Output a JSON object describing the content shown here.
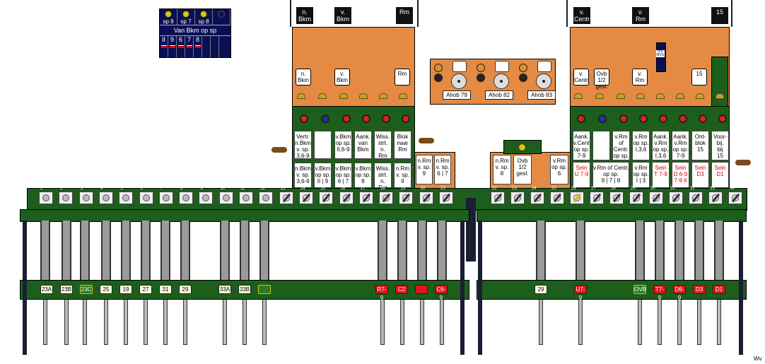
{
  "sp_panel": {
    "lamps": [
      {
        "label": "sp 9"
      },
      {
        "label": "sp 7"
      },
      {
        "label": "sp 8"
      },
      {
        "label": ""
      }
    ],
    "title": "Van Bkm op sp",
    "numbers": [
      "II",
      "9",
      "6",
      "7",
      "8",
      "",
      ""
    ]
  },
  "left_top_plates": [
    {
      "text": "n.\nBkm"
    },
    {
      "text": "v.\nBkm"
    },
    {
      "text": "Rm"
    }
  ],
  "left_white_labels": [
    {
      "text": "n.\nBkm"
    },
    {
      "text": "v.\nBkm"
    },
    {
      "text": "Rm"
    }
  ],
  "right_top_plates": [
    {
      "text": "v.\nCentr"
    },
    {
      "text": "v.\nRm"
    },
    {
      "text": "15"
    }
  ],
  "right_white_labels": [
    {
      "text": "v.\nCentr"
    },
    {
      "text": "Ovb\n1/2\ngesl."
    },
    {
      "text": "v.\nRm"
    },
    {
      "text": "15"
    }
  ],
  "right_small_badge": "OV\nBVS",
  "left_cards_row1": [
    {
      "text": "Vertr.\nn.Bkm\nv. sp.\n3,6-9",
      "red": false
    },
    {
      "text": "",
      "red": false
    },
    {
      "text": "v.Bkm\nop sp.\nII,6-9",
      "red": false
    },
    {
      "text": "Aank.\nvan\nBkm",
      "red": false
    },
    {
      "text": "Wiss.\nstrt.\nn.\nRm",
      "red": false
    },
    {
      "text": "Blok\nnaar\nRm",
      "red": false
    }
  ],
  "left_cards_row2": [
    {
      "text": "n.Bkm\nv. sp.\n3,6-9",
      "red": false
    },
    {
      "text": "v.Bkm\nop sp.\nII | 9",
      "red": false
    },
    {
      "text": "v.Bkm\nop sp.\n6 | 7",
      "red": false
    },
    {
      "text": "v.Bkm\nop sp.\n8",
      "red": false
    },
    {
      "text": "Wiss.\nstrt.\nn.\nRm",
      "red": false
    },
    {
      "text": "n.Rm\nv. sp.\nII",
      "red": false
    }
  ],
  "small_left_cards": [
    {
      "text": "n.Rm\nv. sp.\n9"
    },
    {
      "text": "n.Rm\nv. sp.\n6 | 7"
    }
  ],
  "small_right_cards": [
    {
      "text": "n.Rm\nv. sp.\n8"
    },
    {
      "text": "Ovb\n1/2\ngesl."
    },
    {
      "text": "v.Rm\nop sp.\n6"
    }
  ],
  "right_cards_row1": [
    {
      "text": "Aank.\nv.Centr\nop sp.\n7-9",
      "red": false
    },
    {
      "text": "",
      "red": false
    },
    {
      "text": "v.Rm\nof\nCentr.\nop sp.\n7-9",
      "red": false
    },
    {
      "text": "v.Rm\nop sp.\nI,3,6",
      "red": false
    },
    {
      "text": "Aank.\nv.Rm\nop sp.\nI,3,6",
      "red": false
    },
    {
      "text": "Aank.\nv.Rm\nop sp.\n7-9",
      "red": false
    },
    {
      "text": "Ont-\nblok\n15",
      "red": false
    },
    {
      "text": "Voor-\nbij.\nbij\n15",
      "red": false
    }
  ],
  "right_cards_row2": [
    {
      "text": "Sein\nU 7-9",
      "red": true
    },
    {
      "text": "v.Rm of Centr.\nop sp.\n9 | 7 | 8",
      "red": false
    },
    {
      "text": "v.Rm\nop sp.\nI | 3",
      "red": false
    },
    {
      "text": "Sein\nT 7-9",
      "red": true
    },
    {
      "text": "Sein\nD 6-9\n7-9 6",
      "red": true
    },
    {
      "text": "Sein\nD3",
      "red": true
    },
    {
      "text": "Sein\nD1",
      "red": true
    }
  ],
  "ahob": [
    "Ahob 79",
    "Ahob 82",
    "Ahob 83"
  ],
  "lever_numbers_left": [
    "1",
    "2",
    "3",
    "4",
    "5",
    "6",
    "7",
    "8",
    "9",
    "10",
    "11",
    "12",
    "13",
    "14",
    "15",
    "16",
    "17",
    "18",
    "19",
    "20",
    "21"
  ],
  "lever_numbers_right": [
    "22",
    "23",
    "24",
    "25",
    "26",
    "27",
    "28",
    "29",
    "30",
    "31",
    "32",
    "33",
    "34"
  ],
  "bottom_labels_left": [
    {
      "text": "23A",
      "style": "plain"
    },
    {
      "text": "23B",
      "style": "plain"
    },
    {
      "text": "23C",
      "style": "grn"
    },
    {
      "text": "25",
      "style": "plain"
    },
    {
      "text": "19",
      "style": "plain"
    },
    {
      "text": "27",
      "style": "plain"
    },
    {
      "text": "31",
      "style": "plain"
    },
    {
      "text": "29",
      "style": "plain"
    },
    {
      "text": "33A",
      "style": "plain"
    },
    {
      "text": "33B",
      "style": "plain"
    },
    {
      "text": "",
      "style": "grn"
    }
  ],
  "bottom_labels_mid": [
    {
      "text": "R7-9",
      "style": "red"
    },
    {
      "text": "C2",
      "style": "red"
    },
    {
      "text": "",
      "style": "red"
    },
    {
      "text": "C6-9",
      "style": "red"
    }
  ],
  "bottom_labels_right": [
    {
      "text": "29",
      "style": "plain"
    },
    {
      "text": "U7-9",
      "style": "red"
    },
    {
      "text": "OVB",
      "style": "grn"
    },
    {
      "text": "T7-9",
      "style": "red"
    },
    {
      "text": "D6-9",
      "style": "red"
    },
    {
      "text": "D3",
      "style": "red"
    },
    {
      "text": "D1",
      "style": "red"
    }
  ],
  "signature": "Wv",
  "colors": {
    "frame": "#e48a42",
    "green": "#1d5e1d",
    "red": "#e0141c",
    "navy": "#0a0f55"
  }
}
